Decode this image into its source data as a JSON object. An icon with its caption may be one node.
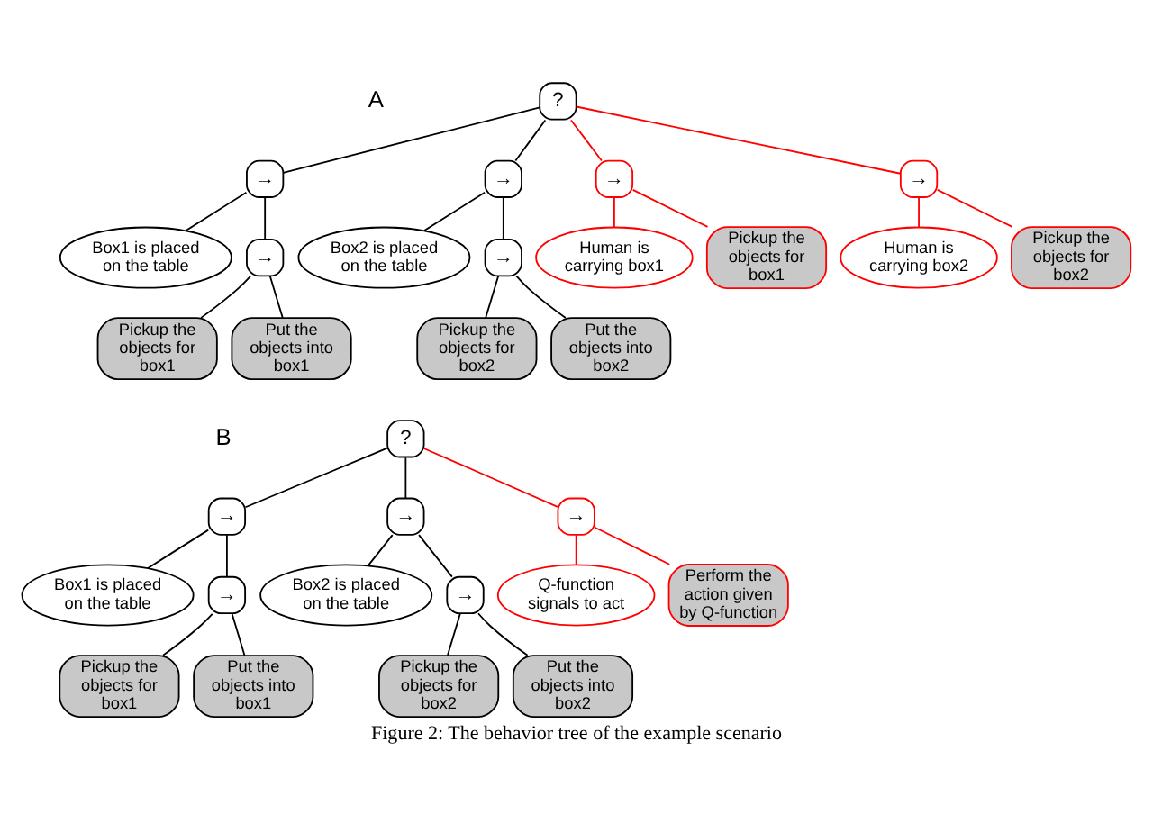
{
  "diagram": {
    "caption": "Figure 2: The behavior tree of the example scenario",
    "nodes": [
      {
        "text": [
          "?"
        ]
      },
      {
        "text": [
          "→"
        ]
      },
      {
        "text": [
          "Box1 is placed on the table"
        ]
      },
      {
        "text": [
          "→"
        ]
      },
      {
        "text": [
          "Pickup the objects for box1"
        ]
      },
      {
        "text": [
          "Put the objects into box1"
        ]
      },
      {
        "text": [
          "→"
        ]
      },
      {
        "text": [
          "Box2 is placed on the table"
        ]
      },
      {
        "text": [
          "→"
        ]
      },
      {
        "text": [
          "Pickup the objects for box2"
        ]
      },
      {
        "text": [
          "Put the objects into box2"
        ]
      },
      {
        "text": [
          "→"
        ]
      },
      {
        "text": [
          "Human is carrying box1"
        ]
      },
      {
        "text": [
          "Pickup the objects for box1"
        ]
      },
      {
        "text": [
          "→"
        ]
      },
      {
        "text": [
          "Human is carrying box2"
        ]
      },
      {
        "text": [
          "Pickup the objects for box2"
        ]
      },
      {
        "text": [
          "?"
        ]
      },
      {
        "text": [
          "→"
        ]
      },
      {
        "text": [
          "Box1 is placed on the table"
        ]
      },
      {
        "text": [
          "→"
        ]
      },
      {
        "text": [
          "Pickup the objects for box1"
        ]
      },
      {
        "text": [
          "Put the objects into box1"
        ]
      },
      {
        "text": [
          "→"
        ]
      },
      {
        "text": [
          "Box2 is placed on the table"
        ]
      },
      {
        "text": [
          "→"
        ]
      },
      {
        "text": [
          "Pickup the objects for box2"
        ]
      },
      {
        "text": [
          "Put the objects into box2"
        ]
      },
      {
        "text": [
          "→"
        ]
      },
      {
        "text": [
          "Q-function signals to act"
        ]
      },
      {
        "text": [
          "Perform the action given by Q-function"
        ]
      }
    ],
    "edges": [
      {
        "from": 0,
        "to": 1,
        "arrow": "none"
      },
      {
        "from": 1,
        "to": 2,
        "arrow": "none"
      },
      {
        "from": 1,
        "to": 3,
        "arrow": "none"
      },
      {
        "from": 3,
        "to": 4,
        "arrow": "none"
      },
      {
        "from": 3,
        "to": 5,
        "arrow": "none"
      },
      {
        "from": 0,
        "to": 6,
        "arrow": "none"
      },
      {
        "from": 6,
        "to": 7,
        "arrow": "none"
      },
      {
        "from": 6,
        "to": 8,
        "arrow": "none"
      },
      {
        "from": 8,
        "to": 9,
        "arrow": "none"
      },
      {
        "from": 8,
        "to": 10,
        "arrow": "none"
      },
      {
        "from": 0,
        "to": 11,
        "arrow": "none",
        "color": "#ff0000"
      },
      {
        "from": 11,
        "to": 12,
        "arrow": "none",
        "color": "#ff0000"
      },
      {
        "from": 11,
        "to": 13,
        "arrow": "none",
        "color": "#ff0000"
      },
      {
        "from": 0,
        "to": 14,
        "arrow": "none",
        "color": "#ff0000"
      },
      {
        "from": 14,
        "to": 15,
        "arrow": "none",
        "color": "#ff0000"
      },
      {
        "from": 14,
        "to": 16,
        "arrow": "none",
        "color": "#ff0000"
      },
      {
        "from": 17,
        "to": 18,
        "arrow": "none"
      },
      {
        "from": 18,
        "to": 19,
        "arrow": "none"
      },
      {
        "from": 18,
        "to": 20,
        "arrow": "none"
      },
      {
        "from": 20,
        "to": 21,
        "arrow": "none"
      },
      {
        "from": 20,
        "to": 22,
        "arrow": "none"
      },
      {
        "from": 17,
        "to": 23,
        "arrow": "none"
      },
      {
        "from": 23,
        "to": 24,
        "arrow": "none"
      },
      {
        "from": 23,
        "to": 25,
        "arrow": "none"
      },
      {
        "from": 25,
        "to": 26,
        "arrow": "none"
      },
      {
        "from": 25,
        "to": 27,
        "arrow": "none"
      },
      {
        "from": 17,
        "to": 28,
        "arrow": "none",
        "color": "#ff0000"
      },
      {
        "from": 28,
        "to": 29,
        "arrow": "none",
        "color": "#ff0000"
      },
      {
        "from": 28,
        "to": 30,
        "arrow": "none",
        "color": "#ff0000"
      }
    ],
    "labels": [
      "A",
      "B"
    ]
  }
}
